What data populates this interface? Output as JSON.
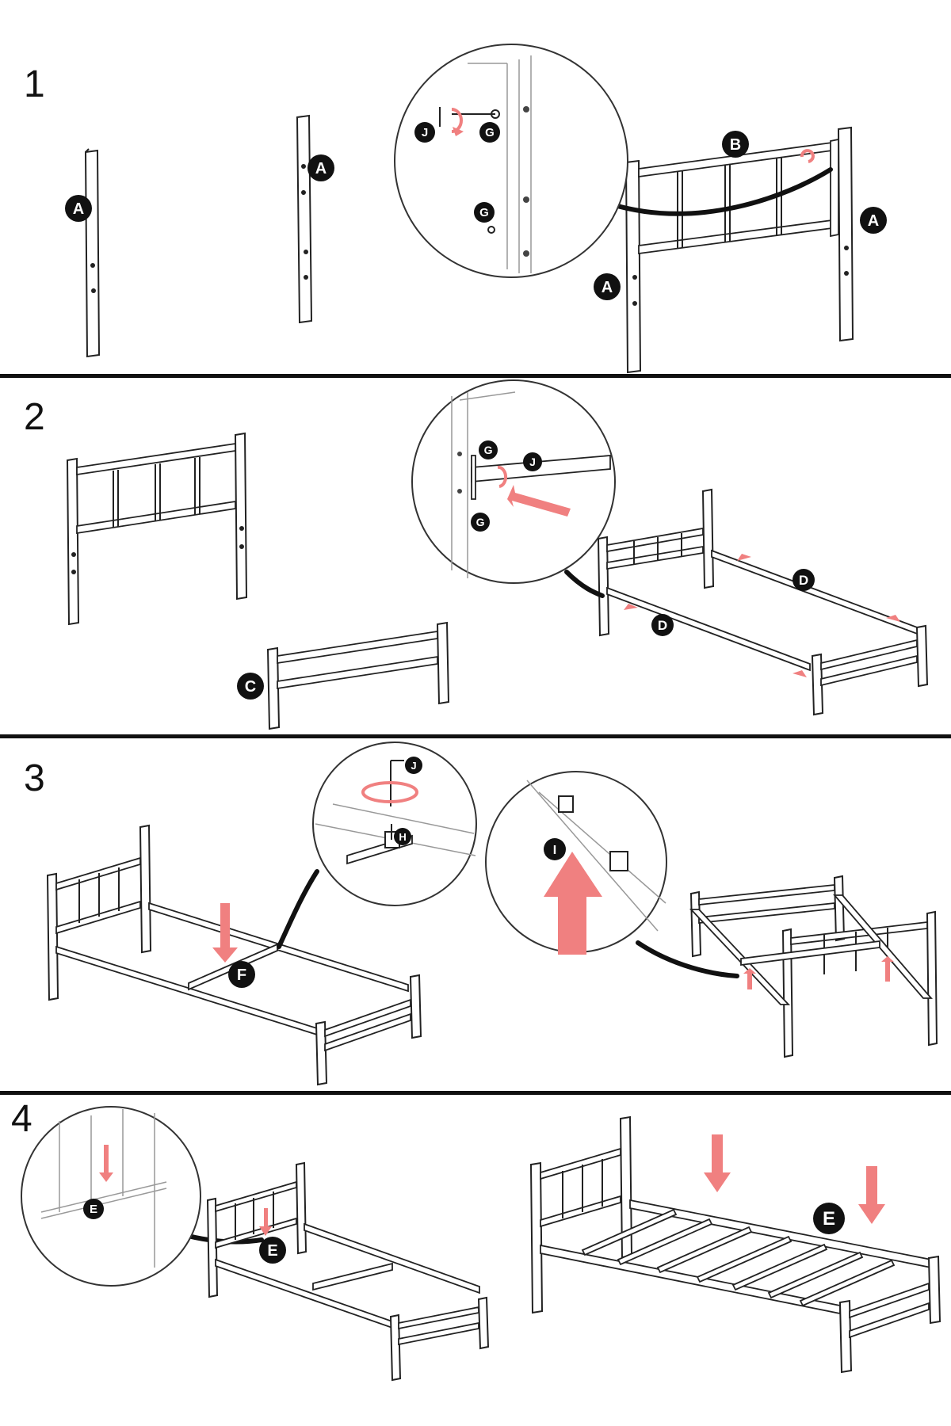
{
  "steps": [
    "1",
    "2",
    "3",
    "4"
  ],
  "parts": {
    "A": "A",
    "B": "B",
    "C": "C",
    "D": "D",
    "E": "E",
    "F": "F",
    "G": "G",
    "H": "H",
    "I": "I",
    "J": "J"
  },
  "colors": {
    "line": "#222222",
    "accent": "#f08080",
    "label_bg": "#111111",
    "label_text": "#ffffff"
  }
}
